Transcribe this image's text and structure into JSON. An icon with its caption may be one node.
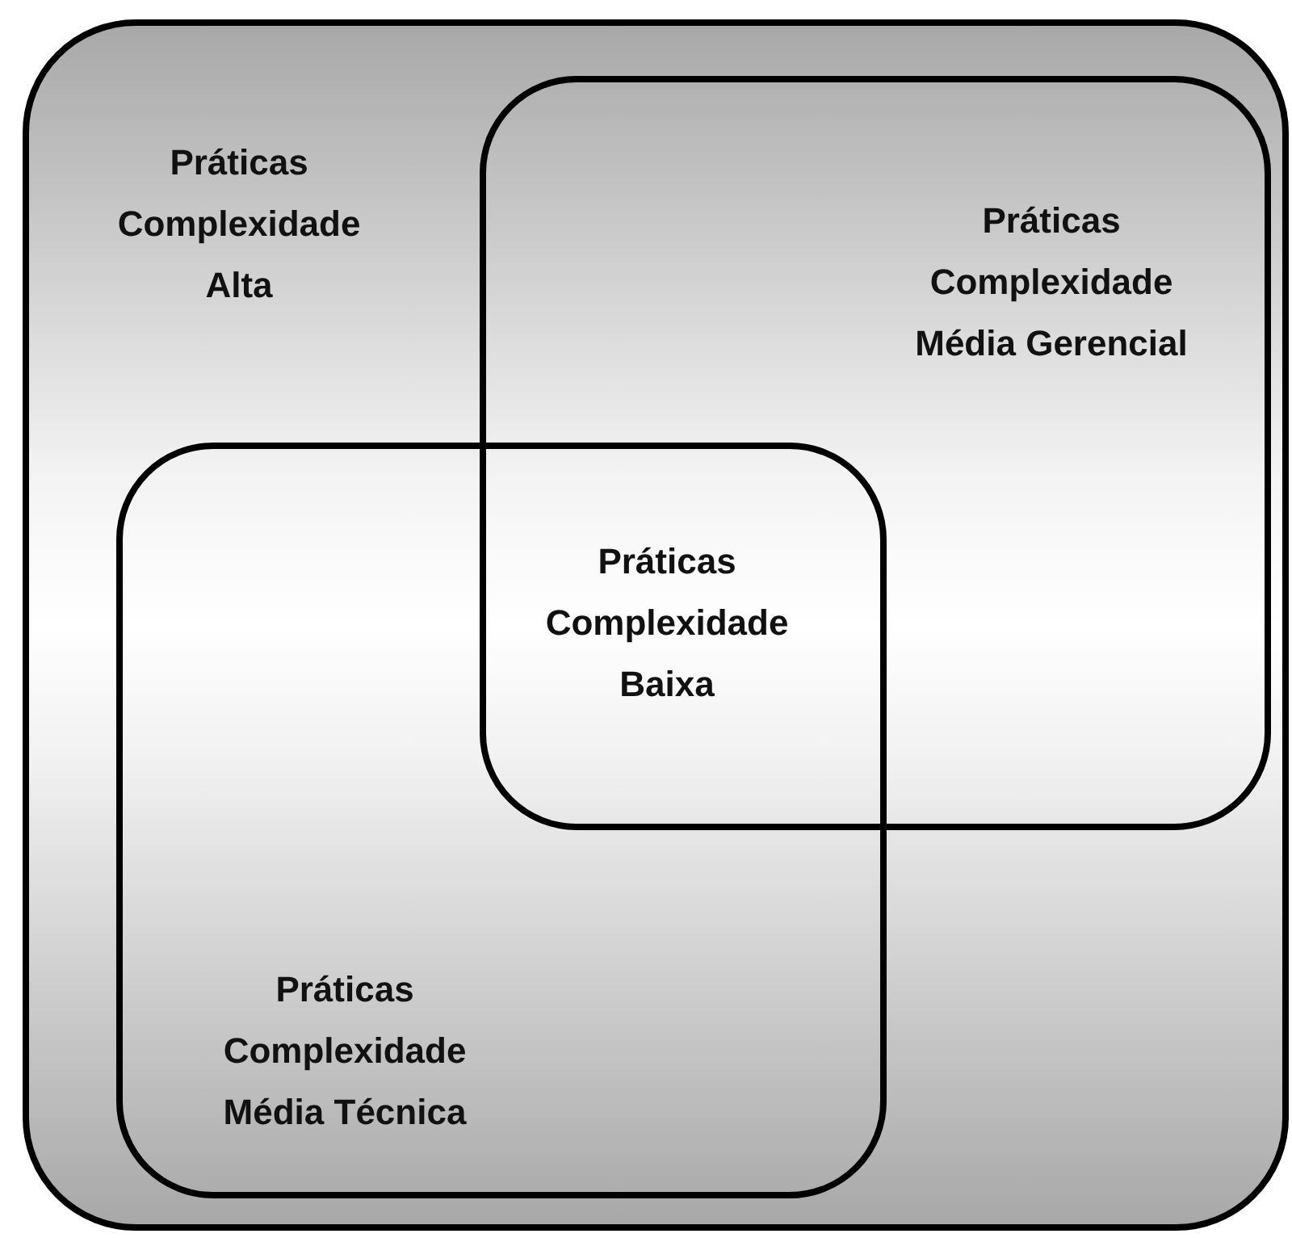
{
  "diagram": {
    "nodes": [
      {
        "text": [
          "Práticas Complexidade Alta"
        ]
      },
      {
        "text": [
          "Práticas Complexidade Média Gerencial"
        ],
        "in": 0
      },
      {
        "text": [
          "Práticas Complexidade Média Técnica"
        ],
        "in": 0
      }
    ],
    "labels": [
      "Práticas Complexidade Baixa"
    ]
  }
}
